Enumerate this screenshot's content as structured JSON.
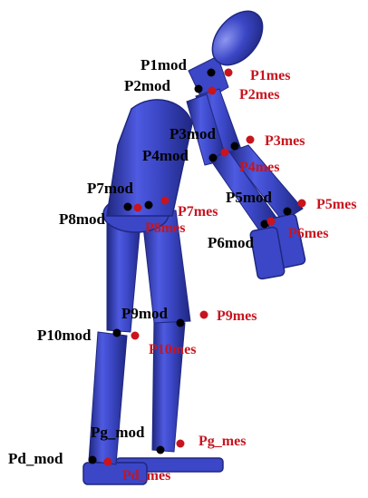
{
  "colors": {
    "body": "#3b47c6",
    "body_dark": "#1f2780",
    "body_light": "#8d96f0",
    "mod_point": "#000000",
    "mes_point": "#c8141e"
  },
  "model_points": [
    {
      "id": "p1mod",
      "label": "P1mod"
    },
    {
      "id": "p2mod",
      "label": "P2mod"
    },
    {
      "id": "p3mod",
      "label": "P3mod"
    },
    {
      "id": "p4mod",
      "label": "P4mod"
    },
    {
      "id": "p5mod",
      "label": "P5mod"
    },
    {
      "id": "p6mod",
      "label": "P6mod"
    },
    {
      "id": "p7mod",
      "label": "P7mod"
    },
    {
      "id": "p8mod",
      "label": "P8mod"
    },
    {
      "id": "p9mod",
      "label": "P9mod"
    },
    {
      "id": "p10mod",
      "label": "P10mod"
    },
    {
      "id": "pgmod",
      "label": "Pg_mod"
    },
    {
      "id": "pdmod",
      "label": "Pd_mod"
    }
  ],
  "measured_points": [
    {
      "id": "p1mes",
      "label": "P1mes"
    },
    {
      "id": "p2mes",
      "label": "P2mes"
    },
    {
      "id": "p3mes",
      "label": "P3mes"
    },
    {
      "id": "p4mes",
      "label": "P4mes"
    },
    {
      "id": "p5mes",
      "label": "P5mes"
    },
    {
      "id": "p6mes",
      "label": "P6mes"
    },
    {
      "id": "p7mes",
      "label": "P7mes"
    },
    {
      "id": "p8mes",
      "label": "P8mes"
    },
    {
      "id": "p9mes",
      "label": "P9mes"
    },
    {
      "id": "p10mes",
      "label": "P10mes"
    },
    {
      "id": "pgmes",
      "label": "Pg_mes"
    },
    {
      "id": "pdmes",
      "label": "Pd_mes"
    }
  ]
}
